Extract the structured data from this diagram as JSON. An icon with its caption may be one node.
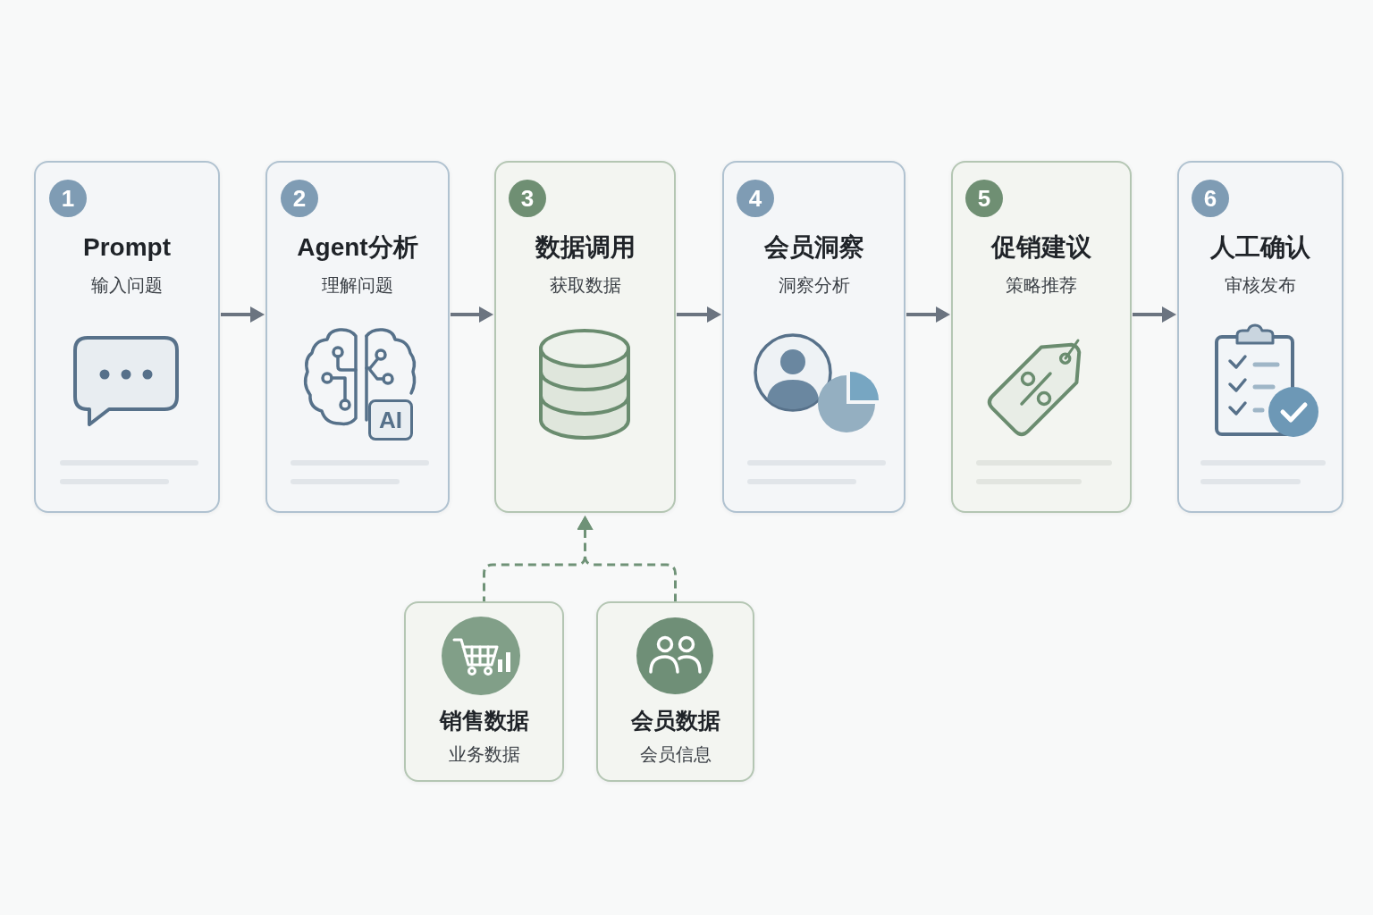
{
  "diagram": {
    "nodes": [
      {
        "text": [
          "Prompt",
          "输入问题"
        ]
      },
      {
        "text": [
          "1"
        ],
        "in": 0
      },
      {
        "text": [
          "Agent分析",
          "理解问题"
        ]
      },
      {
        "text": [
          "2"
        ],
        "in": 2
      },
      {
        "text": [
          "数据调用",
          "获取数据"
        ]
      },
      {
        "text": [
          "3"
        ],
        "in": 4
      },
      {
        "text": [
          "会员洞察",
          "洞察分析"
        ]
      },
      {
        "text": [
          "4"
        ],
        "in": 6
      },
      {
        "text": [
          "促销建议",
          "策略推荐"
        ]
      },
      {
        "text": [
          "5"
        ],
        "in": 8
      },
      {
        "text": [
          "人工确认",
          "审核发布"
        ]
      },
      {
        "text": [
          "6"
        ],
        "in": 10
      },
      {
        "text": [
          "销售数据",
          "业务数据"
        ]
      },
      {
        "text": [
          "会员数据",
          "会员信息"
        ]
      }
    ],
    "edges": [
      {
        "from": 0,
        "to": 2,
        "arrow": "to"
      },
      {
        "from": 2,
        "to": 4,
        "arrow": "to"
      },
      {
        "from": 4,
        "to": 6,
        "arrow": "to"
      },
      {
        "from": 6,
        "to": 8,
        "arrow": "to"
      },
      {
        "from": 8,
        "to": 10,
        "arrow": "to"
      },
      {
        "from": 12,
        "to": 4,
        "arrow": "to",
        "style": "dashed",
        "color": "#6f9277"
      },
      {
        "from": 13,
        "to": 4,
        "arrow": "to",
        "style": "dashed",
        "color": "#6f9277"
      }
    ],
    "labels": [
      "AI"
    ]
  }
}
